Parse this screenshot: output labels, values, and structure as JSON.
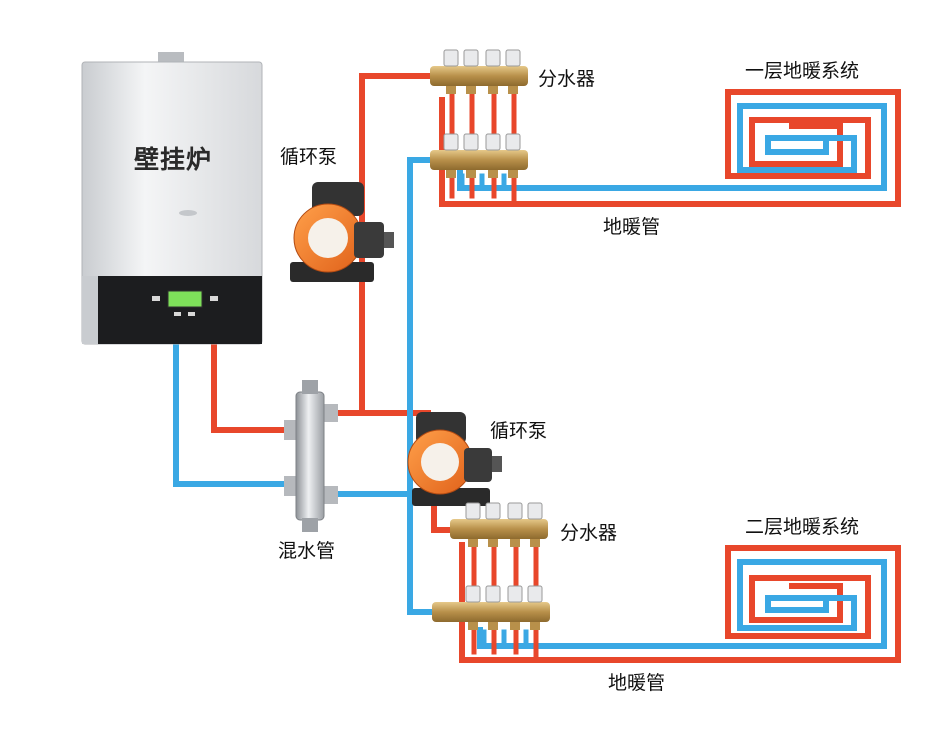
{
  "boiler": {
    "label": "壁挂炉"
  },
  "pumps": [
    {
      "label": "循环泵"
    },
    {
      "label": "循环泵"
    }
  ],
  "manifolds": [
    {
      "label": "分水器"
    },
    {
      "label": "分水器"
    }
  ],
  "floors": [
    {
      "system_label": "一层地暖系统",
      "pipe_label": "地暖管"
    },
    {
      "system_label": "二层地暖系统",
      "pipe_label": "地暖管"
    }
  ],
  "mixing_tube": {
    "label": "混水管"
  },
  "colors": {
    "supply_pipe": "#e8472b",
    "return_pipe": "#3aa8e4",
    "pump_body": "#f07a22",
    "brass": "#c9a15a"
  }
}
